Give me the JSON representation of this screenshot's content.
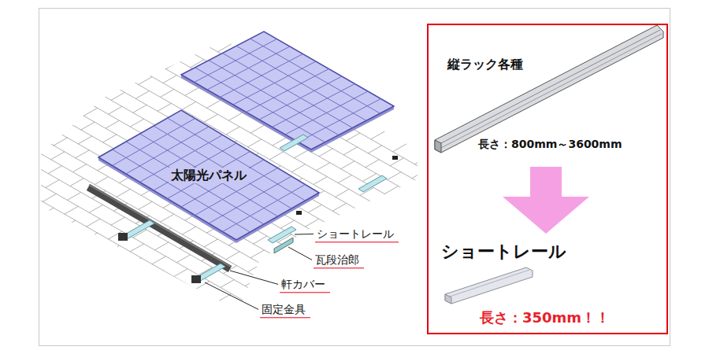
{
  "diagram": {
    "nodes": [
      {
        "text": [
          "太陽光パネル"
        ]
      },
      {
        "text": [
          "縦ラック各種",
          "長さ：800mm～3600mm",
          "ショートレール",
          "長さ：350mm！！"
        ]
      }
    ],
    "labels": [
      "ショートレール",
      "瓦段治郎",
      "軒カバー",
      "固定金具"
    ]
  }
}
